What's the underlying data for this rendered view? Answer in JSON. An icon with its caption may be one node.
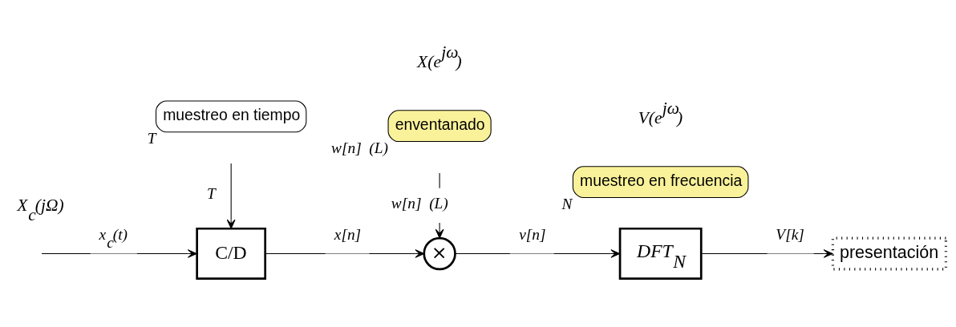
{
  "diagram": {
    "nodes": [
      {
        "text": [
          "C/D"
        ]
      },
      {
        "text": [
          "×"
        ]
      },
      {
        "text": [
          "DFT$_{N}$"
        ]
      },
      {
        "text": [
          "presentación"
        ]
      },
      {
        "text": [
          "muestreo en tiempo"
        ],
        "beside": [
          "T"
        ]
      },
      {
        "text": [
          "enventanado"
        ],
        "beside": [
          "w[n]  (L)"
        ]
      },
      {
        "text": [
          "muestreo en frecuencia"
        ],
        "beside": [
          "N"
        ]
      }
    ],
    "edges": [
      {
        "from": null,
        "to": 0,
        "arrow": "to",
        "label": "x$_{c}$(t)"
      },
      {
        "from": null,
        "to": 0,
        "arrow": "to",
        "label": "T"
      },
      {
        "from": 0,
        "to": 1,
        "arrow": "to",
        "label": "x[n]"
      },
      {
        "from": null,
        "to": 1,
        "arrow": "to",
        "label": "w[n]  (L)"
      },
      {
        "from": 1,
        "to": 2,
        "arrow": "to",
        "label": "v[n]"
      },
      {
        "from": 2,
        "to": 3,
        "arrow": "to",
        "label": "V[k]"
      }
    ],
    "labels": [
      "X$_{c}$(jΩ)",
      "X(e$^{jω}$)",
      "V(e$^{jω}$)"
    ]
  }
}
